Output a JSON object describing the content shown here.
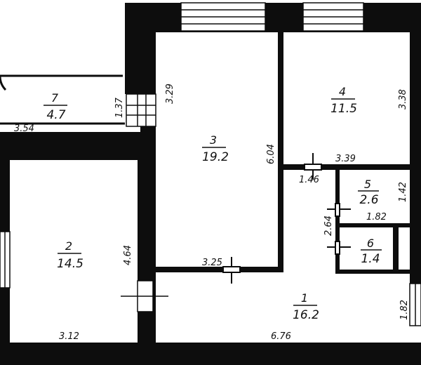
{
  "rooms": [
    {
      "id": "7",
      "number": "7",
      "area": "4.7"
    },
    {
      "id": "3",
      "number": "3",
      "area": "19.2"
    },
    {
      "id": "4",
      "number": "4",
      "area": "11.5"
    },
    {
      "id": "5",
      "number": "5",
      "area": "2.6"
    },
    {
      "id": "6",
      "number": "6",
      "area": "1.4"
    },
    {
      "id": "2",
      "number": "2",
      "area": "14.5"
    },
    {
      "id": "1",
      "number": "1",
      "area": "16.2"
    }
  ],
  "dimensions": [
    {
      "id": "3-29",
      "text": "3.29"
    },
    {
      "id": "1-37",
      "text": "1.37"
    },
    {
      "id": "3-54",
      "text": "3.54"
    },
    {
      "id": "3-38",
      "text": "3.38"
    },
    {
      "id": "6-04",
      "text": "6.04"
    },
    {
      "id": "3-39",
      "text": "3.39"
    },
    {
      "id": "1-46",
      "text": "1.46"
    },
    {
      "id": "1-42",
      "text": "1.42"
    },
    {
      "id": "1-82-a",
      "text": "1.82"
    },
    {
      "id": "2-64",
      "text": "2.64"
    },
    {
      "id": "4-64",
      "text": "4.64"
    },
    {
      "id": "3-25",
      "text": "3.25"
    },
    {
      "id": "1-82-b",
      "text": "1.82"
    },
    {
      "id": "3-12",
      "text": "3.12"
    },
    {
      "id": "6-76",
      "text": "6.76"
    }
  ],
  "colors": {
    "wall": "#0d0d0d",
    "background": "#ffffff",
    "ink": "#111111"
  }
}
